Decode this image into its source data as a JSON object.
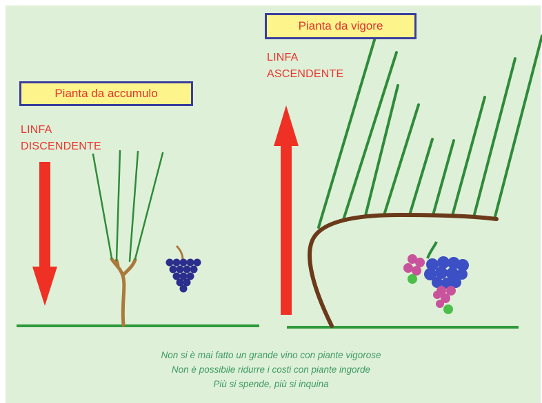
{
  "colors": {
    "background": "#dff0d8",
    "ground": "#2e9a3c",
    "shoot": "#2e8b3a",
    "trunk": "#a97a3c",
    "trunk_vigorous": "#6b3a1a",
    "arrow": "#ee3124",
    "grape_dark": "#2b2e8c",
    "grape_blue": "#3d4fc4",
    "grape_pink": "#c8539c",
    "grape_green": "#4bbf4a"
  },
  "left": {
    "box_label": "Pianta da accumulo",
    "sap_line1": "LINFA",
    "sap_line2": "DISCENDENTE"
  },
  "right": {
    "box_label": "Pianta da vigore",
    "sap_line1": "LINFA",
    "sap_line2": "ASCENDENTE"
  },
  "caption": {
    "line1": "Non si è mai fatto un grande vino con piante vigorose",
    "line2": "Non è possibile ridurre i costi con piante ingorde",
    "line3": "Più si spende, più si inquina"
  }
}
